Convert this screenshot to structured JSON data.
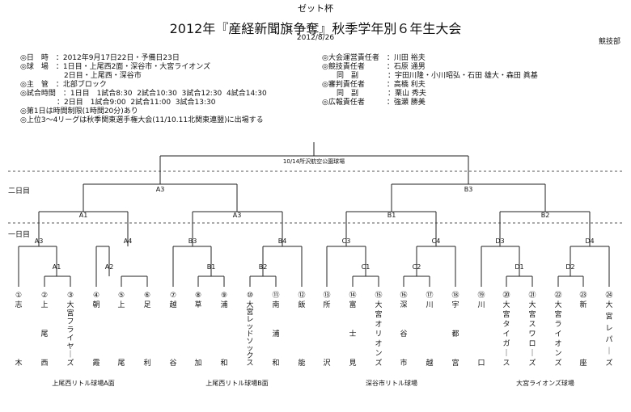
{
  "header": {
    "cup_name": "ゼット杯",
    "title": "2012年『産経新聞旗争奪』秋季学年別６年生大会",
    "date": "2012/8/26",
    "dept": "競技部"
  },
  "info_left": [
    "◎日　時　：2012年9月17日22日・予備日23日",
    "◎球　場　：1日目・上尾西2面・深谷市・大宮ライオンズ",
    "　　　　　　2日目・上尾西・深谷市",
    "◎主　管　：北部ブロック",
    "◎試合時間　：1日目　1試合8:30  2試合10:30  3試合12:30  4試合14:30",
    "　　　　　：2日目　1試合9:00  2試合11:00  3試合13:30",
    "◎第1日は時間制限(1時間20分)あり",
    "◎上位3～4リーグは秋季関東選手権大会(11/10.11北関東連盟)に出場する"
  ],
  "info_right": [
    "◎大会運営責任者　：川田 裕夫",
    "◎競技責任者　　　：石原 通男",
    "　　同　副　　　　：宇田川隆・小川昭弘・石田 雄大・森田 眞基",
    "◎審判責任者　　　：高橋 利夫",
    "　　同　副　　　　：栗山 秀夫",
    "◎広報責任者　　　：強瀬 勝美"
  ],
  "day_labels": {
    "day2": "二日目",
    "day1": "一日目"
  },
  "final_label": "10/14所沢航空公園球場",
  "match_labels": {
    "A1": "A1",
    "A2": "A2",
    "A3": "A3",
    "A4": "A4",
    "B1": "B1",
    "B2": "B2",
    "B3": "B3",
    "B4": "B4",
    "C1": "C1",
    "C2": "C2",
    "C3": "C3",
    "C4": "C4",
    "D1": "D1",
    "D2": "D2",
    "D3": "D3",
    "D4": "D4"
  },
  "teams": [
    {
      "num": "①",
      "name": "志木"
    },
    {
      "num": "②",
      "name": "上尾西"
    },
    {
      "num": "③",
      "name": "大宮フライヤーズ"
    },
    {
      "num": "④",
      "name": "朝霞"
    },
    {
      "num": "⑤",
      "name": "上尾"
    },
    {
      "num": "⑥",
      "name": "足利"
    },
    {
      "num": "⑦",
      "name": "越谷"
    },
    {
      "num": "⑧",
      "name": "草加"
    },
    {
      "num": "⑨",
      "name": "浦和"
    },
    {
      "num": "⑩",
      "name": "大宮レッドソックス"
    },
    {
      "num": "⑪",
      "name": "南浦和"
    },
    {
      "num": "⑫",
      "name": "飯能"
    },
    {
      "num": "⑬",
      "name": "所沢"
    },
    {
      "num": "⑭",
      "name": "富士見"
    },
    {
      "num": "⑮",
      "name": "大宮オリオンズ"
    },
    {
      "num": "⑯",
      "name": "深谷市"
    },
    {
      "num": "⑰",
      "name": "川越"
    },
    {
      "num": "⑱",
      "name": "宇都宮"
    },
    {
      "num": "⑲",
      "name": "川口"
    },
    {
      "num": "⑳",
      "name": "大宮タイガース"
    },
    {
      "num": "㉑",
      "name": "大宮スワローズ"
    },
    {
      "num": "㉒",
      "name": "大宮ライオンズ"
    },
    {
      "num": "㉓",
      "name": "新座"
    },
    {
      "num": "㉔",
      "name": "大宮レパーズ"
    }
  ],
  "venues": [
    "上尾西リトル球場A面",
    "上尾西リトル球場B面",
    "深谷市リトル球場",
    "大宮ライオンズ球場"
  ]
}
